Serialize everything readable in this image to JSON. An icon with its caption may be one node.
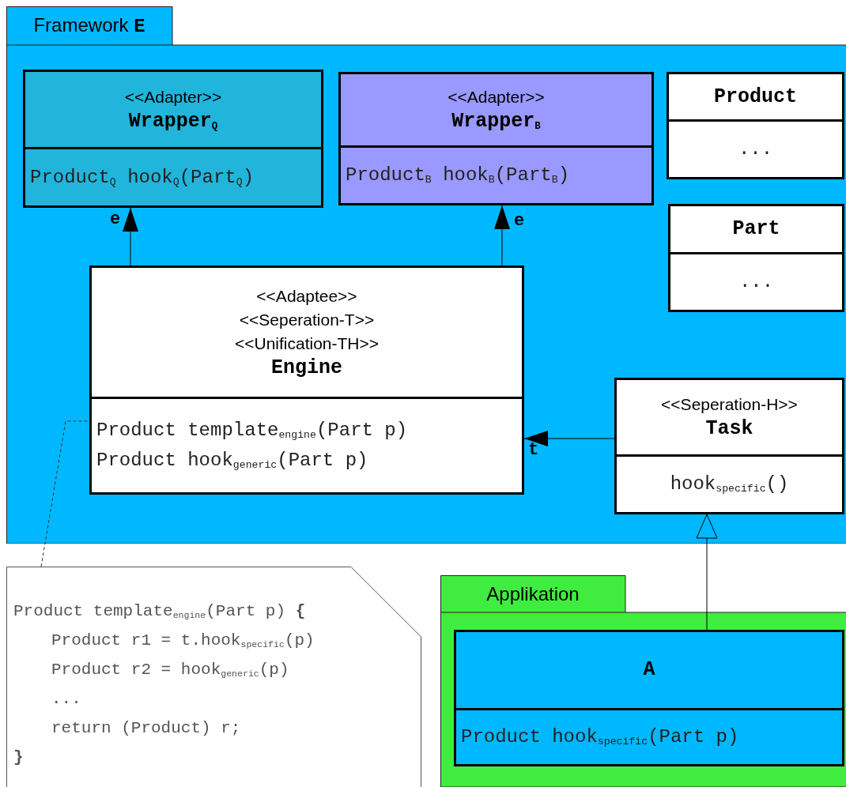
{
  "diagram": {
    "nodes": [
      {
        "text": [
          "Framework **E**"
        ]
      },
      {
        "text": [
          "<<Adapter>>",
          "Wrapper$_{Q}$",
          "Product$_{Q}$ hook$_{Q}$(Part$_{Q}$)"
        ],
        "in": 0
      },
      {
        "text": [
          "<<Adapter>>",
          "Wrapper$_{B}$",
          "Product$_{B}$ hook$_{B}$(Part$_{B}$)"
        ],
        "in": 0
      },
      {
        "text": [
          "Product",
          "..."
        ],
        "in": 0
      },
      {
        "text": [
          "Part",
          "..."
        ],
        "in": 0
      },
      {
        "text": [
          "<<Adaptee>>",
          "<<Seperation-T>>",
          "<<Unification-TH>>",
          "Engine",
          "Product template$_{engine}$(Part p)",
          "Product hook$_{generic}$(Part p)"
        ],
        "in": 0
      },
      {
        "text": [
          "<<Seperation-H>>",
          "Task",
          "hook$_{specific}$()"
        ],
        "in": 0
      },
      {
        "text": [
          "Product template$_{engine}$(Part p) **{**",
          "Product r1 = t.hook$_{specific}$(p)",
          "Product r2 = hook$_{generic}$(p)",
          "...",
          "return (Product) r;",
          "**}**"
        ]
      },
      {
        "text": [
          "Applikation"
        ]
      },
      {
        "text": [
          "A",
          "Product hook$_{specific}$(Part p)"
        ],
        "in": 8
      }
    ],
    "edges": [
      {
        "from": 5,
        "to": 1,
        "arrow": "to",
        "label": "e"
      },
      {
        "from": 5,
        "to": 2,
        "arrow": "to",
        "label": "e"
      },
      {
        "from": 6,
        "to": 5,
        "arrow": "to",
        "label": "t"
      },
      {
        "from": 9,
        "to": 6,
        "arrow": "to"
      },
      {
        "from": 7,
        "to": 5,
        "arrow": "none",
        "style": "dashed"
      }
    ]
  }
}
